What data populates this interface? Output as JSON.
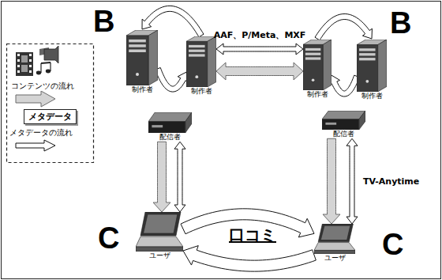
{
  "diagram": {
    "nodes": [
      {
        "text": [
          "制作者"
        ]
      },
      {
        "text": [
          "制作者"
        ]
      },
      {
        "text": [
          "制作者"
        ]
      },
      {
        "text": [
          "制作者"
        ]
      },
      {
        "text": [
          "配信者"
        ]
      },
      {
        "text": [
          "配信者"
        ]
      },
      {
        "text": [
          "ユーザ"
        ]
      },
      {
        "text": [
          "ユーザ"
        ]
      }
    ],
    "edges": [
      {
        "from": 1,
        "to": 0,
        "arrow": "to"
      },
      {
        "from": 0,
        "to": 1,
        "arrow": "to"
      },
      {
        "from": 2,
        "to": 3,
        "arrow": "to"
      },
      {
        "from": 3,
        "to": 2,
        "arrow": "to"
      },
      {
        "from": 1,
        "to": 2,
        "arrow": "both",
        "label": "AAF、P/Meta、MXF"
      },
      {
        "from": 1,
        "to": 2,
        "arrow": "both"
      },
      {
        "from": 4,
        "to": 6,
        "arrow": "to"
      },
      {
        "from": 4,
        "to": 6,
        "arrow": "both"
      },
      {
        "from": 5,
        "to": 7,
        "arrow": "to"
      },
      {
        "from": 5,
        "to": 7,
        "arrow": "both",
        "label": "TV-Anytime"
      },
      {
        "from": 6,
        "to": 7,
        "arrow": "to"
      },
      {
        "from": 7,
        "to": 6,
        "arrow": "to"
      }
    ],
    "labels": [
      "B",
      "B",
      "C",
      "C",
      "口コミ"
    ],
    "legend": [
      {
        "text": "コンテンツの流れ"
      },
      {
        "text": "メタデータ"
      },
      {
        "text": "メタデータの流れ"
      }
    ]
  }
}
